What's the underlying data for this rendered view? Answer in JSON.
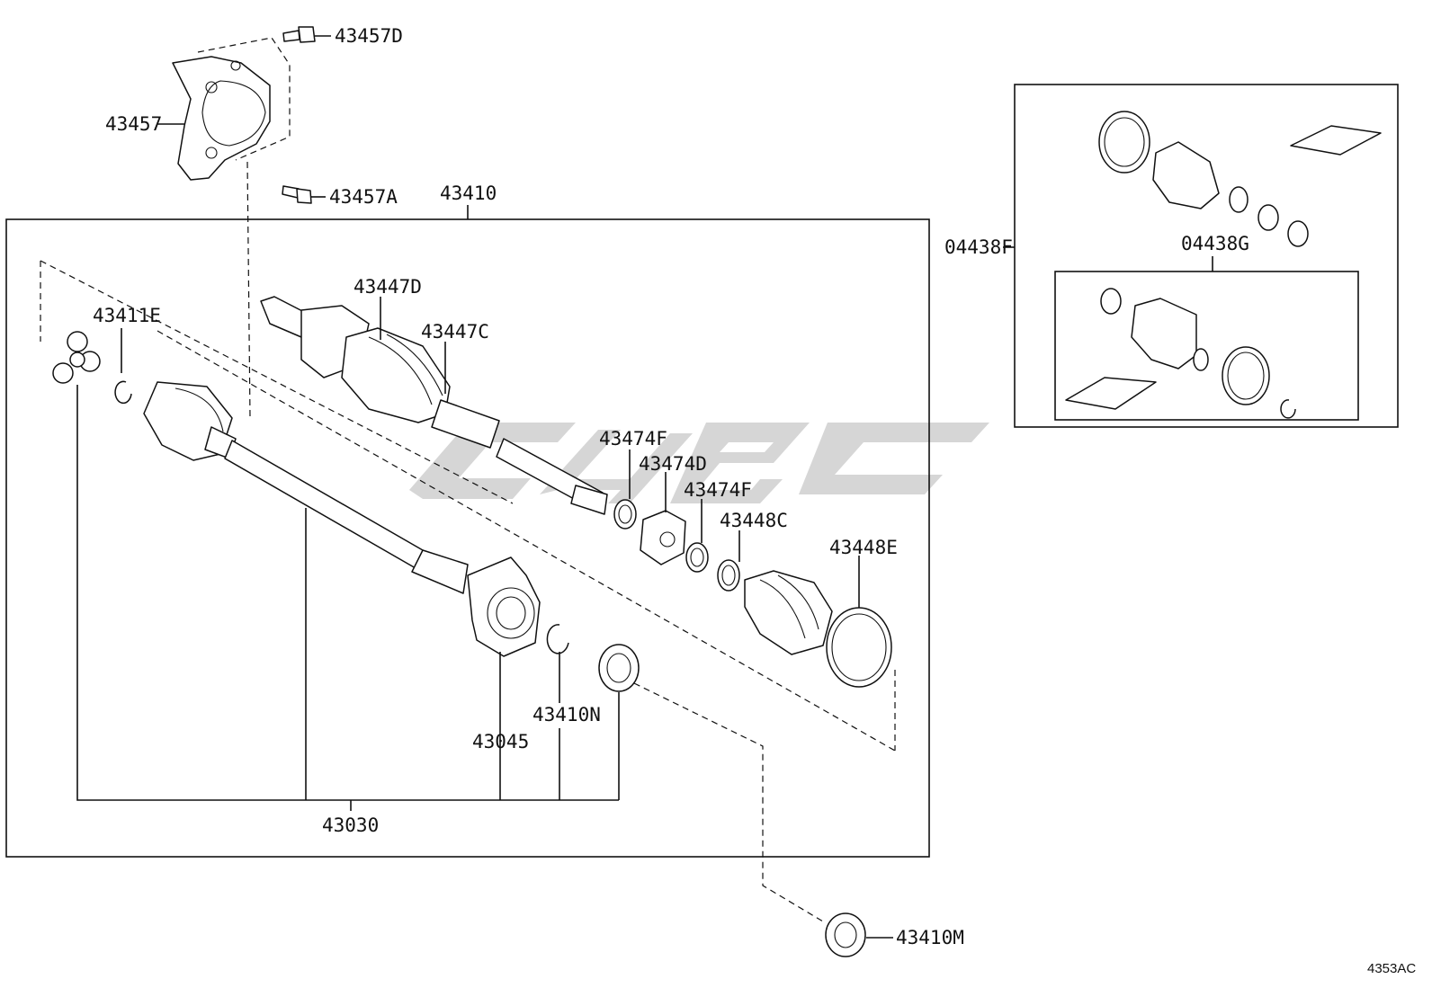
{
  "diagram": {
    "figure_code": "4353AC",
    "labels": {
      "p43457D": "43457D",
      "p43457": "43457",
      "p43457A": "43457A",
      "p43410": "43410",
      "p43411E": "43411E",
      "p43447D": "43447D",
      "p43447C": "43447C",
      "p43474F_a": "43474F",
      "p43474D": "43474D",
      "p43474F_b": "43474F",
      "p43448C": "43448C",
      "p43448E": "43448E",
      "p43045": "43045",
      "p43410N": "43410N",
      "p43030": "43030",
      "p43410M": "43410M",
      "p04438F": "04438F",
      "p04438G": "04438G"
    }
  }
}
